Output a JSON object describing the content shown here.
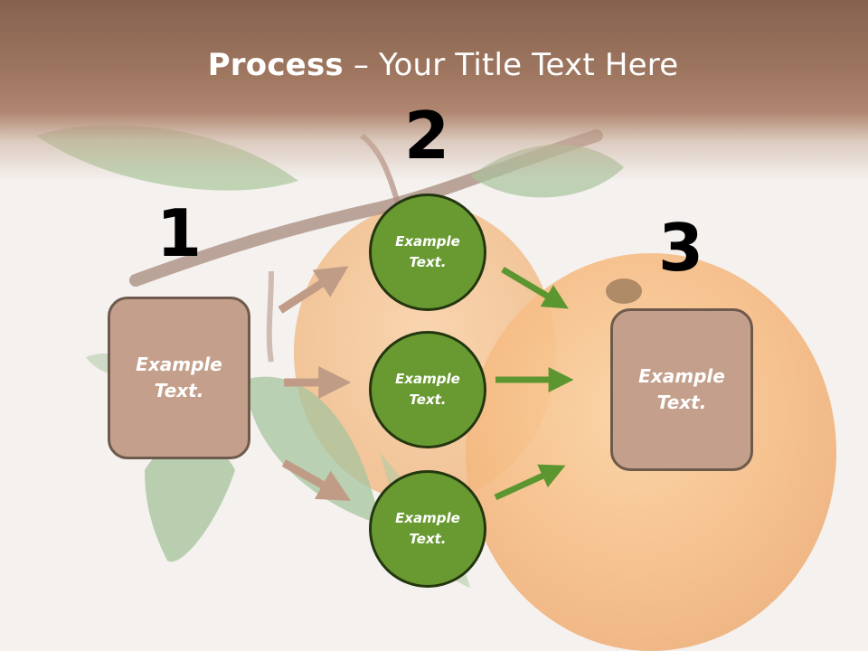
{
  "title": {
    "bold": "Process",
    "rest": " – Your Title Text Here"
  },
  "steps": [
    {
      "number": "1",
      "text_line1": "Example",
      "text_line2": "Text."
    },
    {
      "number": "2"
    },
    {
      "number": "3",
      "text_line1": "Example",
      "text_line2": "Text."
    }
  ],
  "circles": [
    {
      "text_line1": "Example",
      "text_line2": "Text."
    },
    {
      "text_line1": "Example",
      "text_line2": "Text."
    },
    {
      "text_line1": "Example",
      "text_line2": "Text."
    }
  ],
  "colors": {
    "header": "#86624e",
    "box_fill": "#c4a08c",
    "box_border": "#6e5a4c",
    "circle_fill": "#699a32",
    "circle_border": "#23360f",
    "left_arrows": "#c09c86",
    "right_arrows": "#5c9630"
  }
}
